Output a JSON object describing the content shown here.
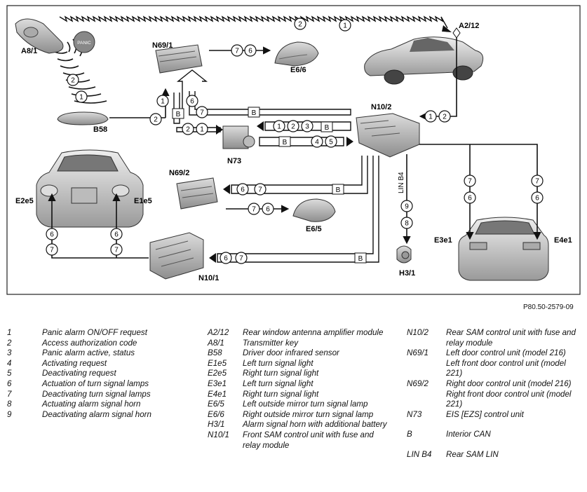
{
  "diagram": {
    "component_labels": {
      "A8_1": "A8/1",
      "PANIC": "PANIC",
      "N69_1": "N69/1",
      "E6_6": "E6/6",
      "A2_12": "A2/12",
      "B58": "B58",
      "N10_2": "N10/2",
      "N73": "N73",
      "E2e5": "E2e5",
      "E1e5": "E1e5",
      "N69_2": "N69/2",
      "E6_5": "E6/5",
      "LIN_B4": "LIN B4",
      "E3e1": "E3e1",
      "E4e1": "E4e1",
      "N10_1": "N10/1",
      "H3_1": "H3/1"
    },
    "can_label": "B",
    "circle_numbers": [
      "1",
      "2",
      "3",
      "4",
      "5",
      "6",
      "7",
      "8",
      "9"
    ]
  },
  "reference": "P80.50-2579-09",
  "legend": {
    "numbers": [
      {
        "code": "1",
        "desc": "Panic alarm ON/OFF request"
      },
      {
        "code": "2",
        "desc": "Access authorization code"
      },
      {
        "code": "3",
        "desc": "Panic alarm active, status"
      },
      {
        "code": "4",
        "desc": "Activating request"
      },
      {
        "code": "5",
        "desc": "Deactivating request"
      },
      {
        "code": "6",
        "desc": "Actuation of turn signal lamps"
      },
      {
        "code": "7",
        "desc": "Deactivating turn signal lamps"
      },
      {
        "code": "8",
        "desc": "Actuating alarm signal horn"
      },
      {
        "code": "9",
        "desc": "Deactivating alarm signal horn"
      }
    ],
    "components_mid": [
      {
        "code": "A2/12",
        "desc": "Rear window antenna amplifier module"
      },
      {
        "code": "A8/1",
        "desc": "Transmitter key"
      },
      {
        "code": "B58",
        "desc": "Driver door infrared sensor"
      },
      {
        "code": "E1e5",
        "desc": "Left turn signal light"
      },
      {
        "code": "E2e5",
        "desc": "Right turn signal light"
      },
      {
        "code": "E3e1",
        "desc": "Left turn signal light"
      },
      {
        "code": "E4e1",
        "desc": "Right turn signal light"
      },
      {
        "code": "E6/5",
        "desc": "Left outside mirror turn signal lamp"
      },
      {
        "code": "E6/6",
        "desc": "Right outside mirror turn signal lamp"
      },
      {
        "code": "H3/1",
        "desc": "Alarm signal horn with additional battery"
      },
      {
        "code": "N10/1",
        "desc": "Front SAM control unit with fuse and relay module"
      }
    ],
    "components_right": [
      {
        "code": "N10/2",
        "desc": "Rear SAM control unit with fuse and relay module"
      },
      {
        "code": "N69/1",
        "desc": "Left door control unit (model 216)"
      },
      {
        "code": "",
        "desc": "Left front door control unit (model 221)"
      },
      {
        "code": "N69/2",
        "desc": "Right door control unit (model 216)"
      },
      {
        "code": "",
        "desc": "Right front door control unit (model 221)"
      },
      {
        "code": "N73",
        "desc": "EIS [EZS] control unit"
      },
      {
        "code": "B",
        "desc": "Interior CAN"
      },
      {
        "code": "LIN B4",
        "desc": "Rear SAM LIN"
      }
    ]
  }
}
